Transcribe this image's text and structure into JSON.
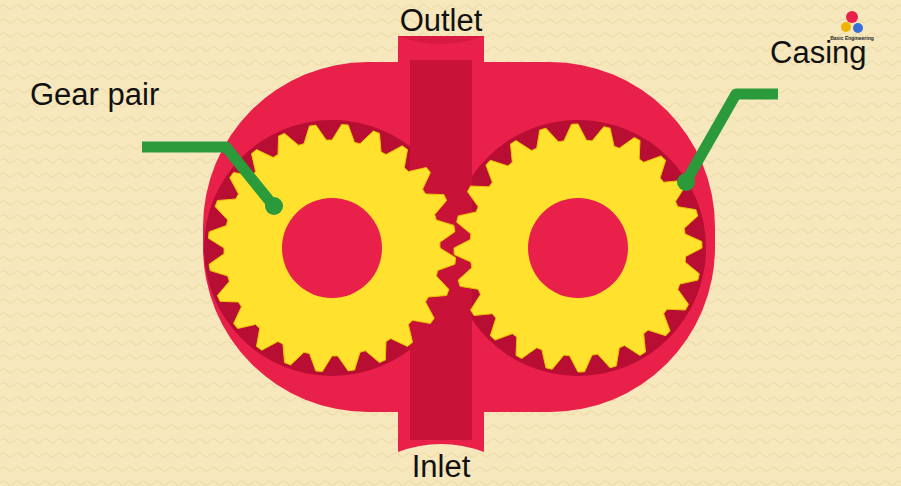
{
  "diagram": {
    "labels": [
      "Outlet",
      "Gear pair",
      "Casing",
      "Inlet",
      "Basic Engineering"
    ]
  }
}
